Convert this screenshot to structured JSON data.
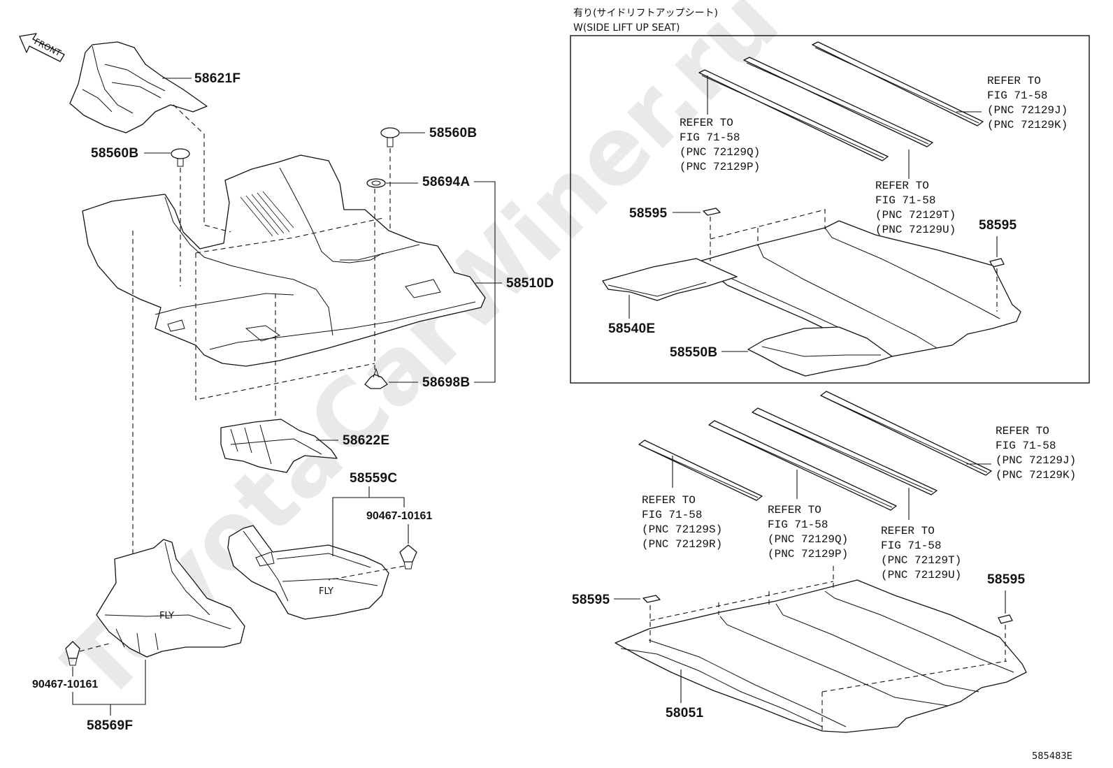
{
  "header": {
    "line1": "有り(サイドリフトアップシート)",
    "line2": "W(SIDE LIFT UP SEAT)"
  },
  "front_label": "FRONT",
  "watermark": "ToyotaCarWiner.ru",
  "illustration_id": "585483E",
  "parts": {
    "p58621F": "58621F",
    "p58560B_right": "58560B",
    "p58560B_left": "58560B",
    "p58694A": "58694A",
    "p58510D": "58510D",
    "p58698B": "58698B",
    "p58622E": "58622E",
    "p58559C": "58559C",
    "p90467_upper": "90467-10161",
    "p90467_lower": "90467-10161",
    "p58569F": "58569F",
    "p58595_inset_left": "58595",
    "p58595_inset_right": "58595",
    "p58540E": "58540E",
    "p58550B": "58550B",
    "p58595_lower_left": "58595",
    "p58595_lower_right": "58595",
    "p58051": "58051"
  },
  "references": {
    "inset_a": [
      "REFER TO",
      "FIG 71-58",
      "(PNC 72129Q)",
      "(PNC 72129P)"
    ],
    "inset_b": [
      "REFER TO",
      "FIG 71-58",
      "(PNC 72129T)",
      "(PNC 72129U)"
    ],
    "inset_c": [
      "REFER TO",
      "FIG 71-58",
      "(PNC 72129J)",
      "(PNC 72129K)"
    ],
    "lower_a": [
      "REFER TO",
      "FIG 71-58",
      "(PNC 72129S)",
      "(PNC 72129R)"
    ],
    "lower_b": [
      "REFER TO",
      "FIG 71-58",
      "(PNC 72129Q)",
      "(PNC 72129P)"
    ],
    "lower_c": [
      "REFER TO",
      "FIG 71-58",
      "(PNC 72129T)",
      "(PNC 72129U)"
    ],
    "lower_d": [
      "REFER TO",
      "FIG 71-58",
      "(PNC 72129J)",
      "(PNC 72129K)"
    ]
  }
}
